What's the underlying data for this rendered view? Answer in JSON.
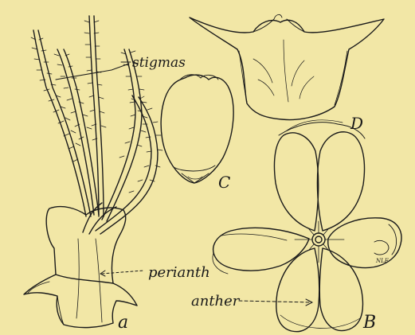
{
  "labels": {
    "stigmas": "stigmas",
    "perianth": "perianth",
    "anther": "anther",
    "fig_a": "a",
    "fig_b": "B",
    "fig_c": "C",
    "fig_d": "D",
    "artist_initials": "NLF"
  },
  "colors": {
    "paper": "#f2e7a6",
    "ink": "#1a1a1a"
  }
}
